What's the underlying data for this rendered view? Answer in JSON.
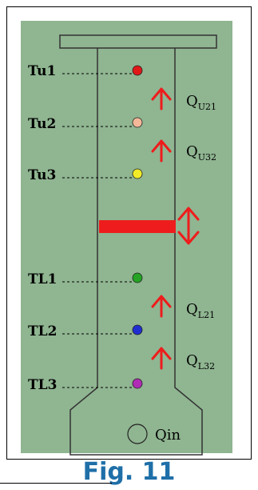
{
  "figure": {
    "caption": "Fig. 11"
  },
  "upper_sensors": [
    {
      "label": "Tu1",
      "color": "#e01818"
    },
    {
      "label": "Tu2",
      "color": "#f5b898"
    },
    {
      "label": "Tu3",
      "color": "#f2ec28"
    }
  ],
  "lower_sensors": [
    {
      "label": "TL1",
      "color": "#24a324"
    },
    {
      "label": "TL2",
      "color": "#1f2fcf"
    },
    {
      "label": "TL3",
      "color": "#b02cb4"
    }
  ],
  "upper_flows": [
    {
      "symbol": "Q",
      "subscript": "U21"
    },
    {
      "symbol": "Q",
      "subscript": "U32"
    }
  ],
  "lower_flows": [
    {
      "symbol": "Q",
      "subscript": "L21"
    },
    {
      "symbol": "Q",
      "subscript": "L32"
    }
  ],
  "inlet": {
    "label": "Qin"
  },
  "colors": {
    "background": "#8fb591",
    "baffle": "#ee1c1c",
    "arrow": "#ee1c1c",
    "caption": "#1f6fa8"
  },
  "icons": {
    "flow_arrow": "up-arrow-icon",
    "baffle_move": "double-headed-vertical-arrow-icon",
    "inlet": "circle-icon"
  }
}
